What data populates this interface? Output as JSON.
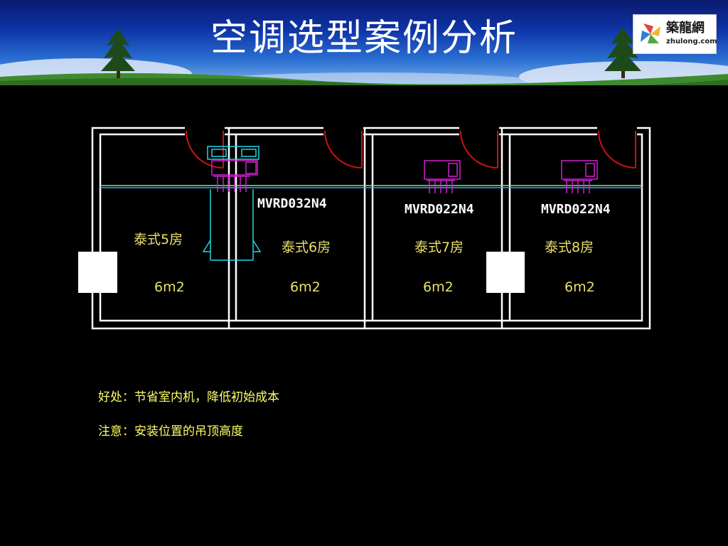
{
  "header": {
    "title": "空调选型案例分析",
    "logo": {
      "name": "築龍網",
      "url": "zhulong.com"
    }
  },
  "plan": {
    "models": [
      "MVRD032N4",
      "MVRD022N4",
      "MVRD022N4"
    ],
    "rooms": [
      {
        "name": "泰式5房",
        "area": "6m2"
      },
      {
        "name": "泰式6房",
        "area": "6m2"
      },
      {
        "name": "泰式7房",
        "area": "6m2"
      },
      {
        "name": "泰式8房",
        "area": "6m2"
      }
    ]
  },
  "notes": {
    "benefit": "好处：节省室内机，降低初始成本",
    "attention": "注意：安装位置的吊顶高度"
  },
  "colors": {
    "wall": "#ffffff",
    "door": "#cc1111",
    "duct": "#22d6e0",
    "unit": "#d020d0",
    "ceiling_line": "#6cf0a0",
    "room_text": "#e8e06a",
    "note_text": "#ffff66"
  }
}
